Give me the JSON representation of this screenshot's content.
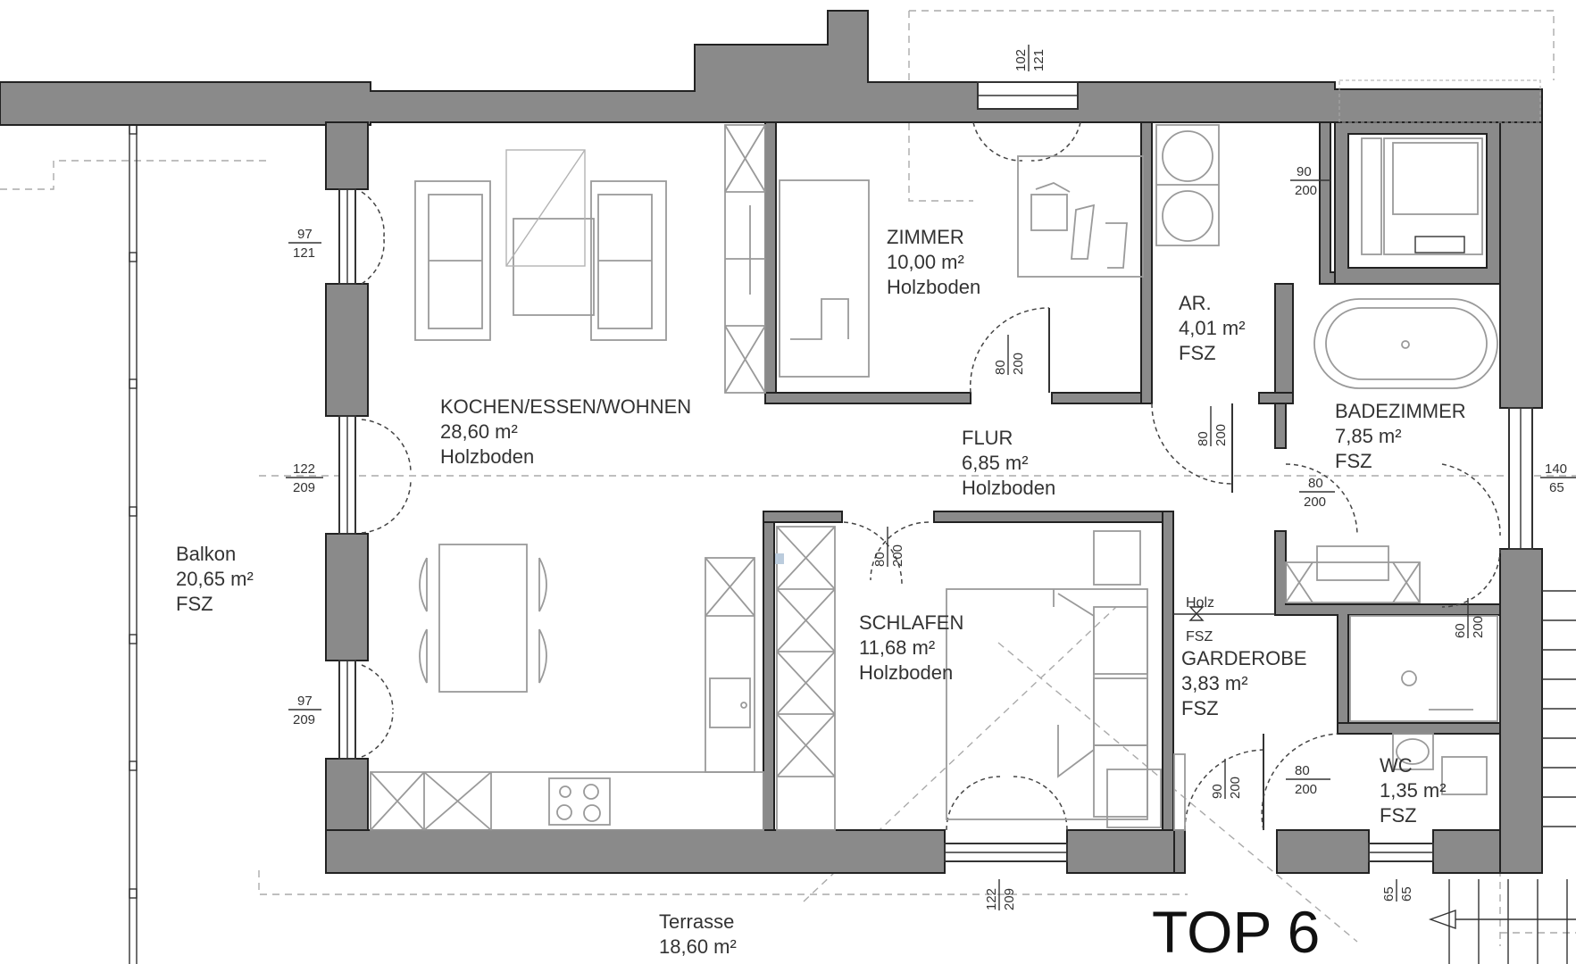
{
  "rooms": [
    {
      "name": "ZIMMER",
      "area": "10,00 m²",
      "floor": "Holzboden"
    },
    {
      "name": "KOCHEN/ESSEN/WOHNEN",
      "area": "28,60 m²",
      "floor": "Holzboden"
    },
    {
      "name": "AR.",
      "area": "4,01 m²",
      "floor": "FSZ"
    },
    {
      "name": "FLUR",
      "area": "6,85 m²",
      "floor": "Holzboden"
    },
    {
      "name": "BADEZIMMER",
      "area": "7,85 m²",
      "floor": "FSZ"
    },
    {
      "name": "SCHLAFEN",
      "area": "11,68 m²",
      "floor": "Holzboden"
    },
    {
      "name": "GARDEROBE",
      "area": "3,83 m²",
      "floor": "FSZ"
    },
    {
      "name": "WC",
      "area": "1,35 m²",
      "floor": "FSZ"
    },
    {
      "name": "Balkon",
      "area": "20,65 m²",
      "floor": "FSZ"
    },
    {
      "name": "Terrasse",
      "area": "18,60 m²"
    }
  ],
  "openings": [
    {
      "w": "102",
      "h": "121"
    },
    {
      "w": "90",
      "h": "200"
    },
    {
      "w": "97",
      "h": "121"
    },
    {
      "w": "80",
      "h": "200"
    },
    {
      "w": "80",
      "h": "200"
    },
    {
      "w": "122",
      "h": "209"
    },
    {
      "w": "140",
      "h": "65"
    },
    {
      "w": "80",
      "h": "200"
    },
    {
      "w": "80",
      "h": "200"
    },
    {
      "w": "60",
      "h": "200"
    },
    {
      "w": "97",
      "h": "209"
    },
    {
      "w": "90",
      "h": "200"
    },
    {
      "w": "80",
      "h": "200"
    },
    {
      "w": "122",
      "h": "209"
    },
    {
      "w": "65",
      "h": "65"
    }
  ],
  "heater": {
    "top": "Holz",
    "bottom": "FSZ"
  },
  "unit_title": "TOP 6"
}
